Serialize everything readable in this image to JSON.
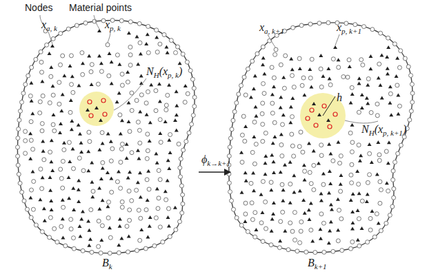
{
  "diagram": {
    "labels": [
      "Nodes",
      "Material points",
      "x",
      "a, k",
      "x",
      "p, k",
      "N",
      "H",
      "(x",
      "p, k",
      ")",
      "ϕ",
      "k→k+1",
      "x",
      "a, k+1",
      "x",
      "p, k+1",
      "h",
      "N",
      "H",
      "(x",
      "p, k+1",
      ")",
      "B",
      "k",
      "B",
      "k+1"
    ]
  }
}
